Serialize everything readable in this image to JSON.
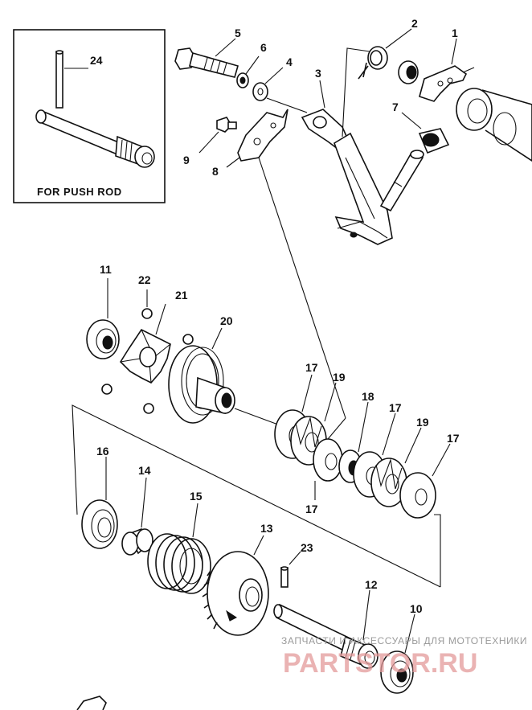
{
  "inset": {
    "caption": "FOR PUSH ROD"
  },
  "labels": {
    "p1": "1",
    "p2": "2",
    "p3": "3",
    "p4": "4",
    "p5": "5",
    "p6": "6",
    "p7": "7",
    "p8": "8",
    "p9": "9",
    "p10": "10",
    "p11": "11",
    "p12": "12",
    "p13": "13",
    "p14": "14",
    "p15": "15",
    "p16": "16",
    "p17a": "17",
    "p17b": "17",
    "p17c": "17",
    "p17d": "17",
    "p18": "18",
    "p19a": "19",
    "p19b": "19",
    "p20": "20",
    "p21": "21",
    "p22": "22",
    "p23": "23",
    "p24": "24"
  },
  "watermark": {
    "top": "ЗАПЧАСТИ И АКСЕССУАРЫ ДЛЯ МОТОТЕХНИКИ",
    "brand": "PARTSTOR.RU"
  }
}
